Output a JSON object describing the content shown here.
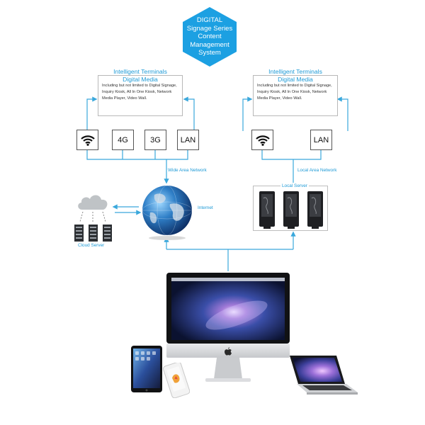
{
  "title": {
    "lines": [
      "DIGITAL",
      "Signage Series",
      "Content",
      "Management",
      "System"
    ]
  },
  "colors": {
    "accent": "#1e9ad6",
    "hexagon": "#1ca0e2",
    "line": "#3aa8dc"
  },
  "left_card": {
    "title_line1": "Intelligent Terminals",
    "title_line2": "Digital Media",
    "body": "Including but not limited to Digital Signage, Inquiry Kiosk, All In One Kiosk, Network Media Player, Video Wall."
  },
  "right_card": {
    "title_line1": "Intelligent Terminals",
    "title_line2": "Digital Media",
    "body": "Including but not limited to Digital Signage, Inquiry Kiosk, All In One Kiosk, Network Media Player, Video Wall."
  },
  "left_networks": [
    {
      "kind": "wifi",
      "icon": "wifi-icon",
      "label": ""
    },
    {
      "kind": "text",
      "label": "4G"
    },
    {
      "kind": "text",
      "label": "3G"
    },
    {
      "kind": "text",
      "label": "LAN"
    }
  ],
  "right_networks": [
    {
      "kind": "wifi",
      "icon": "wifi-icon",
      "label": ""
    },
    {
      "kind": "text",
      "label": "LAN"
    }
  ],
  "labels": {
    "wan": "Wide Area Network",
    "lan": "Local Area Network",
    "local_server": "Local Server",
    "internet": "Internet",
    "cloud_server": "Cloud Server"
  },
  "icons": [
    "cloud-icon",
    "server-rack-icon",
    "globe-icon",
    "kiosk-icon",
    "imac-icon",
    "tablet-icon",
    "smartphone-icon",
    "laptop-icon",
    "apple-logo-icon"
  ]
}
